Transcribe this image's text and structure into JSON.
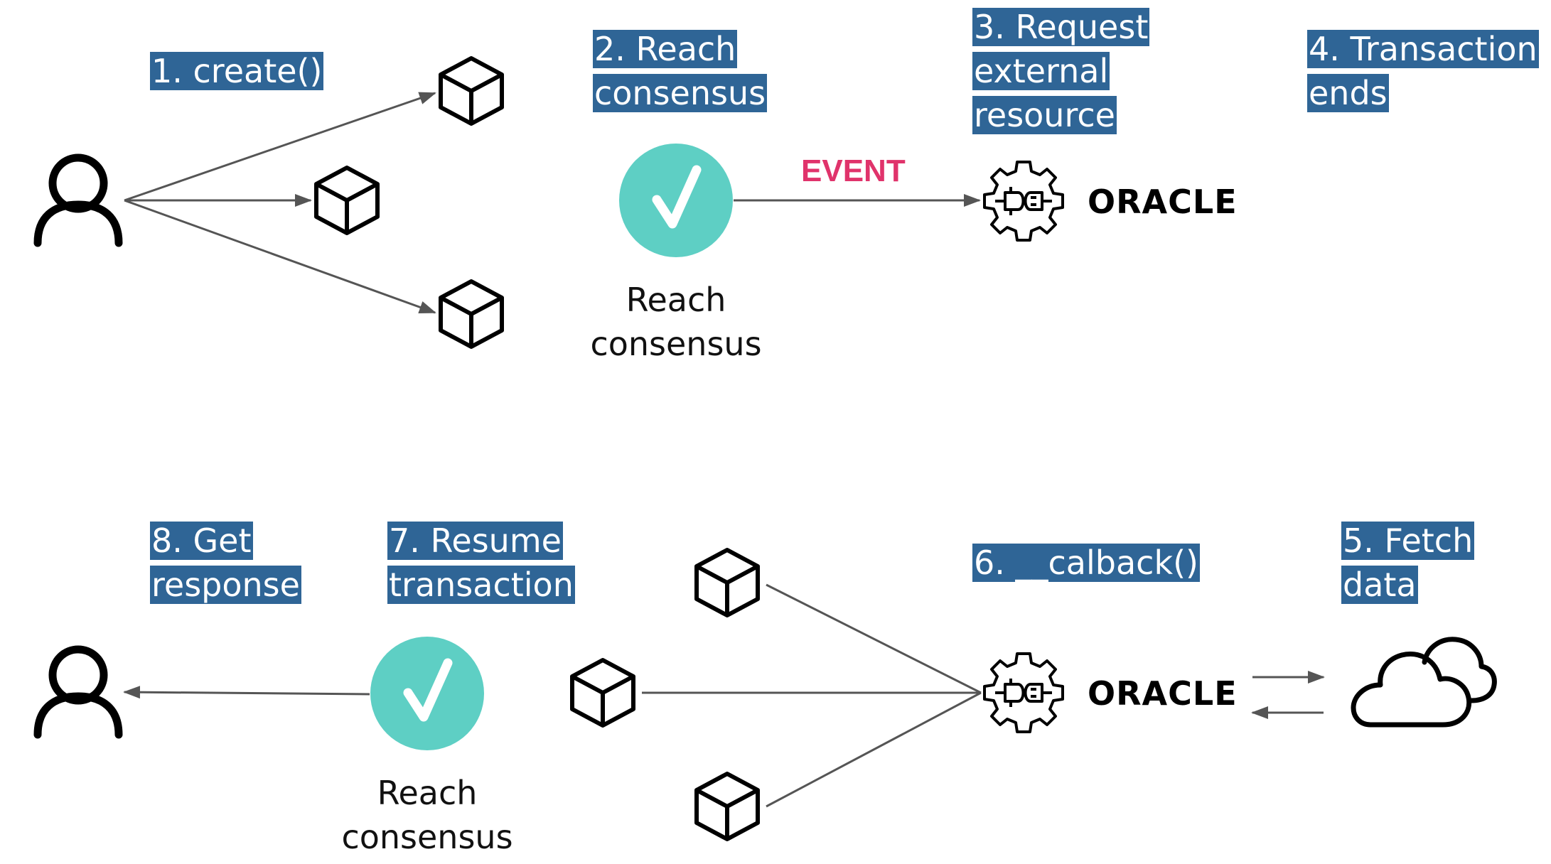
{
  "colors": {
    "label_bg": "#2f6596",
    "label_text": "#ffffff",
    "consensus_green": "#5ecfc4",
    "event_text": "#e0336b",
    "arrow": "#555555",
    "icon_stroke": "#000000"
  },
  "steps": {
    "s1": [
      "1. create()"
    ],
    "s2": [
      "2. Reach",
      "consensus"
    ],
    "s3": [
      "3. Request",
      "external",
      "resource"
    ],
    "s4": [
      "4. Transaction",
      "ends"
    ],
    "s5": [
      "5. Fetch",
      "data"
    ],
    "s6": [
      "6. __calback()"
    ],
    "s7": [
      "7. Resume",
      "transaction"
    ],
    "s8": [
      "8. Get",
      "response"
    ]
  },
  "captions": {
    "top_consensus": [
      "Reach",
      "consensus"
    ],
    "bottom_consensus": [
      "Reach",
      "consensus"
    ]
  },
  "event_label": "EVENT",
  "oracle_label": "ORACLE",
  "icons": {
    "user": "user-icon",
    "node": "cube-icon",
    "consensus": "check-circle-icon",
    "oracle": "gear-plug-icon",
    "cloud": "cloud-icon"
  }
}
